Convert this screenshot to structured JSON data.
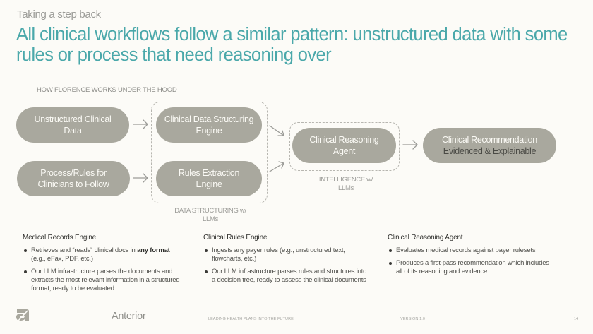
{
  "header": {
    "eyebrow": "Taking a step back",
    "title": "All clinical workflows follow a similar pattern: unstructured data with some rules or process that need reasoning over"
  },
  "diagram": {
    "section_label": "HOW FLORENCE WORKS UNDER THE HOOD",
    "inputs": [
      {
        "label": "Unstructured Clinical Data"
      },
      {
        "label": "Process/Rules for Clinicians to Follow"
      }
    ],
    "structuring_group": {
      "label": "DATA STRUCTURING w/ LLMs",
      "nodes": [
        {
          "label": "Clinical Data Structuring Engine"
        },
        {
          "label": "Rules Extraction Engine"
        }
      ]
    },
    "intelligence_group": {
      "label": "INTELLIGENCE w/ LLMs",
      "node": {
        "label": "Clinical Reasoning Agent"
      }
    },
    "output": {
      "label": "Clinical Recommendation",
      "sublabel": "Evidenced & Explainable"
    },
    "arrow_icon": "right-arrow",
    "colors": {
      "pill": "#a9a89e",
      "accent": "#4aa8aa",
      "dashed": "#b7b6b0"
    }
  },
  "columns": [
    {
      "heading": "Medical Records Engine",
      "bullets": [
        {
          "pre": "Retrieves and “reads” clinical docs in ",
          "bold": "any format",
          "post": " (e.g., eFax, PDF, etc.)"
        },
        {
          "pre": "Our LLM infrastructure parses the documents and extracts the most relevant information in a structured format, ready to be evaluated",
          "bold": "",
          "post": ""
        }
      ]
    },
    {
      "heading": "Clinical Rules Engine",
      "bullets": [
        {
          "pre": "Ingests any payer rules (e.g., unstructured text, flowcharts, etc.)",
          "bold": "",
          "post": ""
        },
        {
          "pre": "Our LLM infrastructure parses rules and structures into a decision tree, ready to assess the clinical documents",
          "bold": "",
          "post": ""
        }
      ]
    },
    {
      "heading": "Clinical Reasoning Agent",
      "bullets": [
        {
          "pre": "Evaluates medical records against payer rulesets",
          "bold": "",
          "post": ""
        },
        {
          "pre": "Produces a first-pass recommendation which includes all of its reasoning and evidence",
          "bold": "",
          "post": ""
        }
      ]
    }
  ],
  "footer": {
    "logo_icon": "anterior-logo",
    "brand": "Anterior",
    "tagline": "LEADING HEALTH PLANS INTO THE FUTURE",
    "version": "VERSION 1.0",
    "page_number": "14"
  }
}
